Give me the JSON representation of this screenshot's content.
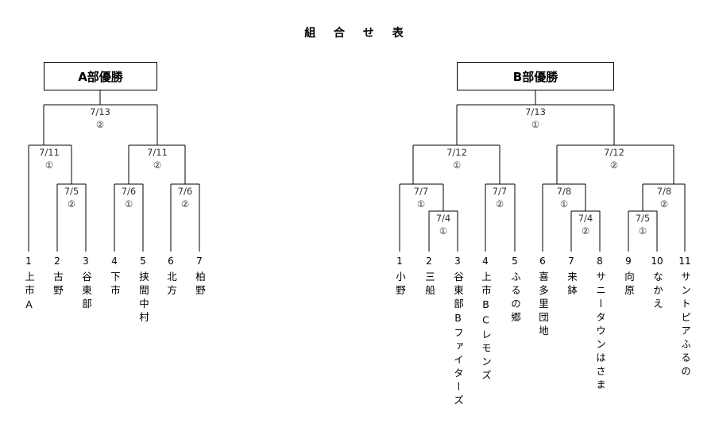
{
  "title": "組 合 せ 表",
  "brackets": {
    "A": {
      "champion_label": "A部優勝",
      "matches": {
        "final": {
          "date": "7/13",
          "no": "②"
        },
        "sf1": {
          "date": "7/11",
          "no": "①"
        },
        "sf2": {
          "date": "7/11",
          "no": "②"
        },
        "r1": {
          "date": "7/5",
          "no": "②"
        },
        "r2": {
          "date": "7/6",
          "no": "①"
        },
        "r3": {
          "date": "7/6",
          "no": "②"
        }
      },
      "teams": [
        {
          "num": "1",
          "name": "上市A"
        },
        {
          "num": "2",
          "name": "古野"
        },
        {
          "num": "3",
          "name": "谷東部"
        },
        {
          "num": "4",
          "name": "下市"
        },
        {
          "num": "5",
          "name": "挟間中村"
        },
        {
          "num": "6",
          "name": "北方"
        },
        {
          "num": "7",
          "name": "柏野"
        }
      ]
    },
    "B": {
      "champion_label": "B部優勝",
      "matches": {
        "final": {
          "date": "7/13",
          "no": "①"
        },
        "sf1": {
          "date": "7/12",
          "no": "①"
        },
        "sf2": {
          "date": "7/12",
          "no": "②"
        },
        "q1": {
          "date": "7/7",
          "no": "①"
        },
        "q2": {
          "date": "7/7",
          "no": "②"
        },
        "q3": {
          "date": "7/8",
          "no": "①"
        },
        "q4": {
          "date": "7/8",
          "no": "②"
        },
        "r1": {
          "date": "7/4",
          "no": "①"
        },
        "r2": {
          "date": "7/4",
          "no": "②"
        },
        "r3": {
          "date": "7/5",
          "no": "①"
        }
      },
      "teams": [
        {
          "num": "1",
          "name": "小野"
        },
        {
          "num": "2",
          "name": "三船"
        },
        {
          "num": "3",
          "name": "谷東部Bファイターズ"
        },
        {
          "num": "4",
          "name": "上市BCレモンズ"
        },
        {
          "num": "5",
          "name": "ふるの郷"
        },
        {
          "num": "6",
          "name": "喜多里団地"
        },
        {
          "num": "7",
          "name": "来鉢"
        },
        {
          "num": "8",
          "name": "サニータウンはさま"
        },
        {
          "num": "9",
          "name": "向原"
        },
        {
          "num": "10",
          "name": "なかえ"
        },
        {
          "num": "11",
          "name": "サントピアふるの"
        }
      ]
    }
  }
}
